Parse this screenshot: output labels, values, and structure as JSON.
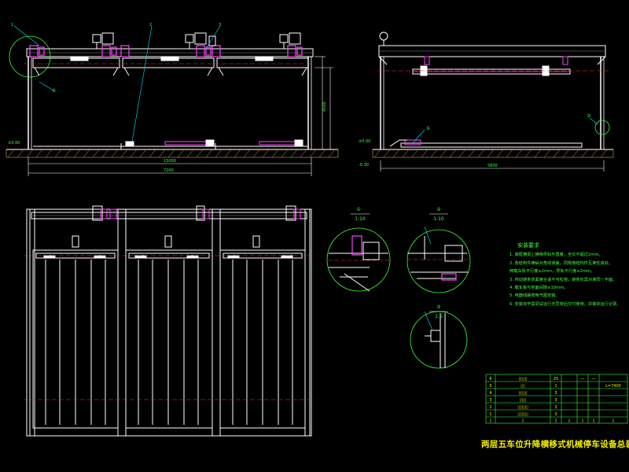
{
  "title": "两层五车位升降横移式机械停车设备总装图",
  "colors": {
    "background": "#000000",
    "outline": "#ffffff",
    "leader": "#00e5ff",
    "centerline": "#ff3030",
    "detail_circle": "#3cff3c",
    "motor": "#ff40ff",
    "text": "#f4f000"
  },
  "front_elevation": {
    "ground_mark_left": "±0.00",
    "dim_total_length": "15000",
    "dim_inner_length": "7200",
    "dim_height": "4500",
    "callouts": [
      "1",
      "2",
      "3"
    ],
    "detail_tag": "①"
  },
  "side_elevation": {
    "ground_mark_top": "±0.00",
    "ground_mark_bottom": "-0.30",
    "dim_width": "5800",
    "detail_tags": [
      "①",
      "②"
    ]
  },
  "details": [
    {
      "ref": "①",
      "scale": "1:10"
    },
    {
      "ref": "②",
      "scale": "1:10"
    },
    {
      "ref": "③",
      "scale": "1:5"
    }
  ],
  "notes": {
    "title": "安装要求",
    "items": [
      "1. 底框横梁上横移导轨平直度，全长不超过2mm。",
      "2. 各结构件横纵对角线误差，同规格结构件互换性良好。",
      "   两载车板平行度≤2mm，导轨平行度≤2mm。",
      "3. 传动链条张紧度合适不可松弛，链条轮需对准同一平面。",
      "4. 载车板与地面间隙≤10mm。",
      "5. 电器线路按电气图安装。",
      "6. 安装完毕需调试运行无异常后交付使用，并做好运行记录。"
    ]
  },
  "parts_table": {
    "rows": [
      [
        "6",
        "▯▯▯▯",
        "25",
        "",
        "—",
        "—",
        "L=7400"
      ],
      [
        "5",
        "▯▯",
        "1",
        "",
        "",
        "",
        ""
      ],
      [
        "4",
        "▯▯▯▯",
        "3",
        "",
        "",
        "",
        ""
      ],
      [
        "3",
        "▯▯▯",
        "3",
        "",
        "",
        "",
        ""
      ],
      [
        "2",
        "▯▯▯▯▯",
        "3",
        "",
        "",
        "",
        ""
      ],
      [
        "1",
        "▯▯▯▯▯",
        "3",
        "",
        "",
        "",
        ""
      ],
      [
        "▯",
        "▯",
        "▯",
        "▯",
        "▯",
        "▯",
        "▯"
      ]
    ]
  }
}
